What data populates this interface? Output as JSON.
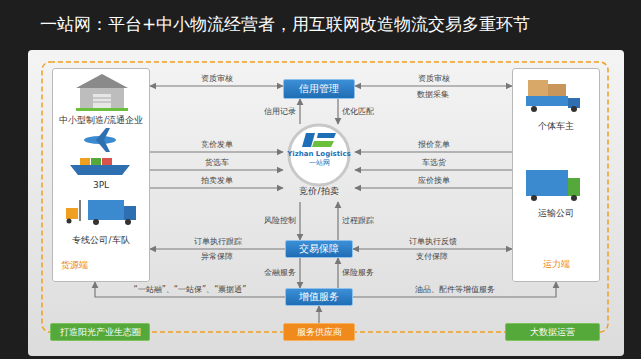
{
  "diagram": {
    "title": "一站网：平台+中小物流经营者，用互联网改造物流交易多重环节",
    "nodes": [
      {
        "text": [
          "中小型制造/流通企业",
          "3PL",
          "专线公司/车队",
          "货源端"
        ]
      },
      {
        "text": [
          "信用管理"
        ]
      },
      {
        "text": [
          "Yizhan Logistics",
          "一站网",
          "竞价/拍卖"
        ]
      },
      {
        "text": [
          "交易保障"
        ]
      },
      {
        "text": [
          "增值服务"
        ]
      },
      {
        "text": [
          "个体车主",
          "运输公司",
          "运力端"
        ]
      },
      {
        "text": [
          "打造阳光产业生态圈"
        ]
      },
      {
        "text": [
          "服务供应商"
        ]
      },
      {
        "text": [
          "大数据运营"
        ]
      }
    ],
    "edges": [
      {
        "from": 0,
        "to": 1,
        "label": "资质审核",
        "arrow": "both"
      },
      {
        "from": 5,
        "to": 1,
        "label": "资质审核",
        "arrow": "both"
      },
      {
        "from": 0,
        "to": 2,
        "label": "竞价发单",
        "arrow": "to"
      },
      {
        "from": 0,
        "to": 2,
        "label": "货选车",
        "arrow": "to"
      },
      {
        "from": 0,
        "to": 2,
        "label": "拍卖发单",
        "arrow": "to"
      },
      {
        "from": 5,
        "to": 2,
        "label": "报价竞单",
        "arrow": "to"
      },
      {
        "from": 5,
        "to": 2,
        "label": "车选货",
        "arrow": "to"
      },
      {
        "from": 5,
        "to": 2,
        "label": "应价接单",
        "arrow": "to"
      },
      {
        "from": 2,
        "to": 1,
        "label": "信用记录",
        "arrow": "to"
      },
      {
        "from": 1,
        "to": 2,
        "label": "优化匹配",
        "arrow": "to"
      },
      {
        "from": 2,
        "to": 3,
        "label": "风险控制",
        "arrow": "to"
      },
      {
        "from": 3,
        "to": 2,
        "label": "过程跟踪",
        "arrow": "to"
      },
      {
        "from": 3,
        "to": 0,
        "label": "订单执行跟踪",
        "arrow": "to"
      },
      {
        "from": 5,
        "to": 3,
        "label": "订单执行反馈",
        "arrow": "both"
      },
      {
        "from": 3,
        "to": 4,
        "label": "金融服务",
        "arrow": "to"
      },
      {
        "from": 4,
        "to": 3,
        "label": "保险服务",
        "arrow": "to"
      },
      {
        "from": 4,
        "to": 0,
        "label": "“一站融”、“一站保”、“票据通”",
        "arrow": "to"
      },
      {
        "from": 4,
        "to": 5,
        "label": "油品、配件等增值服务",
        "arrow": "to"
      },
      {
        "from": 7,
        "to": 4,
        "arrow": "to"
      }
    ],
    "labels": [
      "数据采集",
      "异常保障",
      "支付保障"
    ]
  }
}
